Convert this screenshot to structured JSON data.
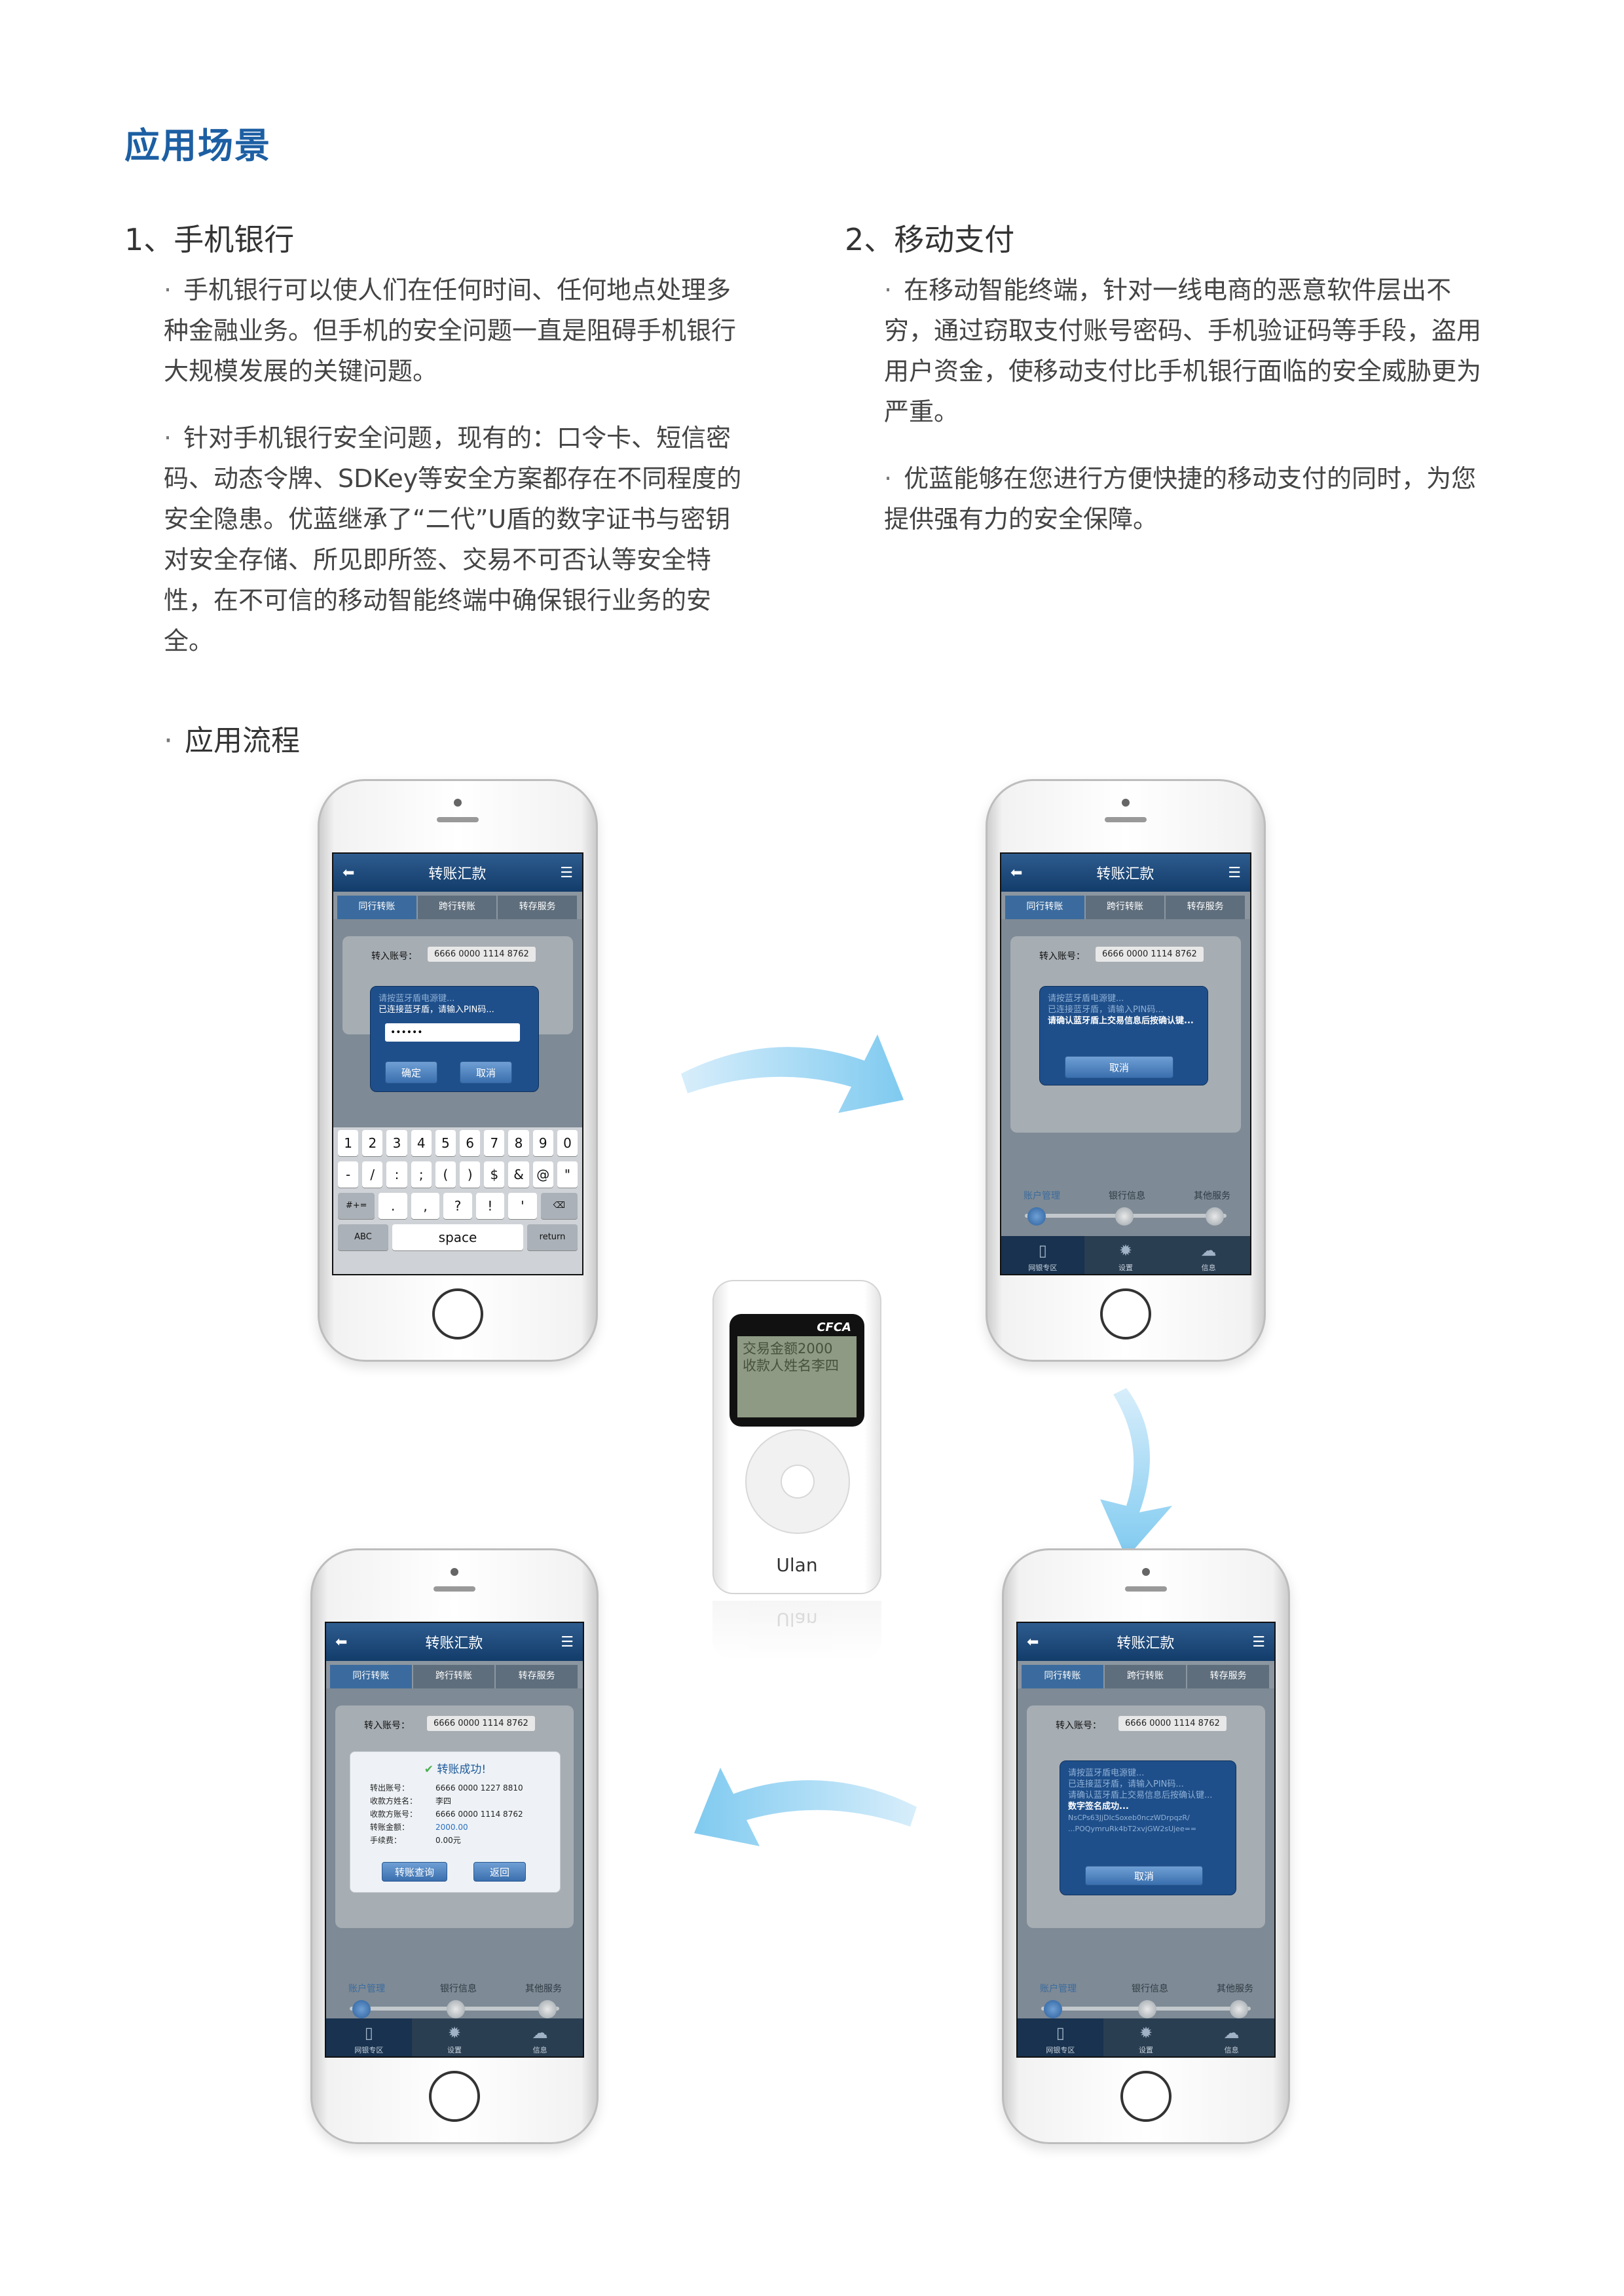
{
  "page_title": "应用场景",
  "section1": {
    "heading": "1、手机银行",
    "p1": "手机银行可以使人们在任何时间、任何地点处理多种金融业务。但手机的安全问题一直是阻碍手机银行大规模发展的关键问题。",
    "p2": "针对手机银行安全问题，现有的：口令卡、短信密码、动态令牌、SDKey等安全方案都存在不同程度的安全隐患。优蓝继承了“二代”U盾的数字证书与密钥对安全存储、所见即所签、交易不可否认等安全特性，在不可信的移动智能终端中确保银行业务的安全。"
  },
  "section2": {
    "heading": "2、移动支付",
    "p1": "在移动智能终端，针对一线电商的恶意软件层出不穷，通过窃取支付账号密码、手机验证码等手段，盗用用户资金，使移动支付比手机银行面临的安全威胁更为严重。",
    "p2": "优蓝能够在您进行方便快捷的移动支付的同时，为您提供强有力的安全保障。"
  },
  "bullet": "·",
  "flow_heading": "应用流程",
  "app": {
    "title": "转账汇款",
    "back": "⬅",
    "menu": "☰",
    "tabs": [
      "同行转账",
      "跨行转账",
      "转存服务"
    ],
    "acct_label": "转入账号：",
    "acct_value": "6666 0000 1114 8762",
    "slider_labels": [
      "账户管理",
      "银行信息",
      "其他服务"
    ],
    "bottom_tabs": [
      "网银专区",
      "设置",
      "信息"
    ]
  },
  "phone1": {
    "dlg_line1": "请按蓝牙盾电源键...",
    "dlg_line2": "已连接蓝牙盾，请输入PIN码...",
    "pin": "••••••",
    "ok": "确定",
    "cancel": "取消",
    "kb_row1": [
      "1",
      "2",
      "3",
      "4",
      "5",
      "6",
      "7",
      "8",
      "9",
      "0"
    ],
    "kb_row2": [
      "-",
      "/",
      ":",
      ";",
      "(",
      ")",
      "$",
      "&",
      "@",
      "\""
    ],
    "kb_row3": [
      "#+=",
      ".",
      ",",
      "?",
      "!",
      "'",
      "⌫"
    ],
    "kb_row4": [
      "ABC",
      "space",
      "return"
    ]
  },
  "phone2": {
    "dlg_line1": "请按蓝牙盾电源键...",
    "dlg_line2": "已连接蓝牙盾，请输入PIN码...",
    "dlg_line3": "请确认蓝牙盾上交易信息后按确认键...",
    "cancel": "取消"
  },
  "phone3": {
    "dlg_line1": "请按蓝牙盾电源键...",
    "dlg_line2": "已连接蓝牙盾，请输入PIN码...",
    "dlg_line3": "请确认蓝牙盾上交易信息后按确认键...",
    "dlg_line4": "数字签名成功...",
    "dlg_line5": "NsCPs63JjDlcSoxeb0nczWDrpqzR/",
    "dlg_line6": "...POQymruRk4bT2xvjGW2sUjee==",
    "cancel": "取消"
  },
  "phone4": {
    "success": "转账成功!",
    "rows": [
      {
        "k": "转出账号：",
        "v": "6666 0000 1227 8810"
      },
      {
        "k": "收款方姓名：",
        "v": "李四"
      },
      {
        "k": "收款方账号：",
        "v": "6666 0000 1114 8762"
      },
      {
        "k": "转账金额：",
        "v": "2000.00"
      },
      {
        "k": "手续费：",
        "v": "0.00元"
      }
    ],
    "query": "转账查询",
    "back": "返回"
  },
  "ulan": {
    "brand": "CFCA",
    "lcd_line1": "交易金额2000",
    "lcd_line2": "收款人姓名李四",
    "name": "Ulan"
  },
  "colors": {
    "accent": "#1d5fa3",
    "arrow": "#9fd6f3"
  }
}
